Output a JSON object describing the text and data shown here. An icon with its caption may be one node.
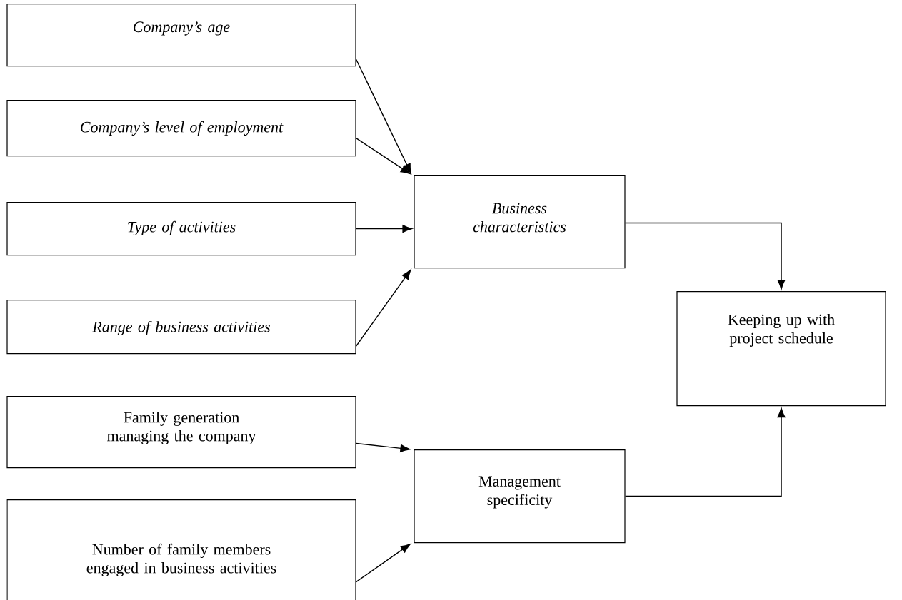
{
  "diagram": {
    "nodes": [
      {
        "text": [
          "Company’s age"
        ]
      },
      {
        "text": [
          "Company’s level of employment"
        ]
      },
      {
        "text": [
          "Type of activities"
        ]
      },
      {
        "text": [
          "Range of business activities"
        ]
      },
      {
        "text": [
          "Business characteristics"
        ]
      },
      {
        "text": [
          "Keeping up with project schedule"
        ]
      },
      {
        "text": [
          "Family generation managing the company"
        ]
      },
      {
        "text": [
          "Number of family members engaged in business activities"
        ]
      },
      {
        "text": [
          "Management specificity"
        ]
      }
    ],
    "edges": [
      {
        "from": 0,
        "to": 4,
        "arrow": "to"
      },
      {
        "from": 1,
        "to": 4,
        "arrow": "to"
      },
      {
        "from": 2,
        "to": 4,
        "arrow": "to"
      },
      {
        "from": 3,
        "to": 4,
        "arrow": "to"
      },
      {
        "from": 4,
        "to": 5,
        "arrow": "to"
      },
      {
        "from": 6,
        "to": 8,
        "arrow": "to"
      },
      {
        "from": 7,
        "to": 8,
        "arrow": "to"
      },
      {
        "from": 8,
        "to": 5,
        "arrow": "to"
      }
    ]
  }
}
